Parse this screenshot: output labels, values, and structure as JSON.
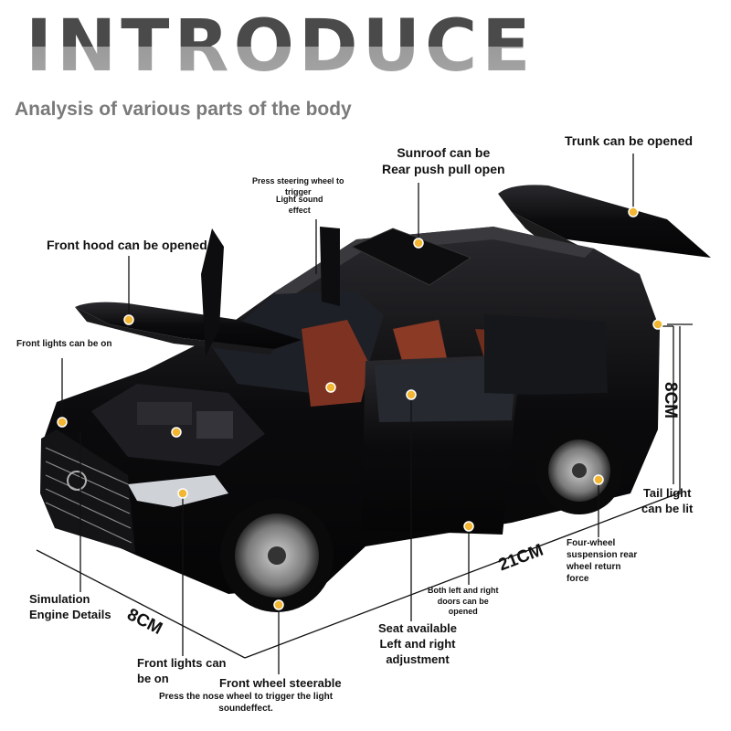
{
  "header": {
    "title": "INTRODUCE",
    "subtitle": "Analysis of various parts of the body"
  },
  "callouts": {
    "sunroof_line1": "Sunroof can be",
    "sunroof_line2": "Rear push pull open",
    "trunk": "Trunk can be opened",
    "steering_line1": "Press steering wheel to",
    "steering_line2": "trigger",
    "light_sound_line1": "Light sound",
    "light_sound_line2": "effect",
    "front_hood": "Front hood can be opened",
    "front_lights_top": "Front lights can be on",
    "tail_light_line1": "Tail light",
    "tail_light_line2": "can be lit",
    "four_wheel_line1": "Four-wheel",
    "four_wheel_line2": "suspension rear",
    "four_wheel_line3": "wheel return",
    "four_wheel_line4": "force",
    "doors_line1": "Both left and right",
    "doors_line2": "doors can be",
    "doors_line3": "opened",
    "seat_line1": "Seat available",
    "seat_line2": "Left and right",
    "seat_line3": "adjustment",
    "engine_line1": "Simulation",
    "engine_line2": "Engine Details",
    "front_lights_bottom_line1": "Front lights can",
    "front_lights_bottom_line2": "be on",
    "front_wheel": "Front wheel steerable",
    "nose_wheel_line1": "Press the nose wheel to trigger the light",
    "nose_wheel_line2": "soundeffect."
  },
  "dimensions": {
    "height": "8CM",
    "length": "21CM",
    "width": "8CM"
  },
  "colors": {
    "title_dark": "#4a4a4a",
    "title_light": "#a8a8a8",
    "subtitle": "#7a7a7a",
    "marker": "#f2b632",
    "car_body": "#0b0b0d",
    "interior": "#8a3a25"
  }
}
